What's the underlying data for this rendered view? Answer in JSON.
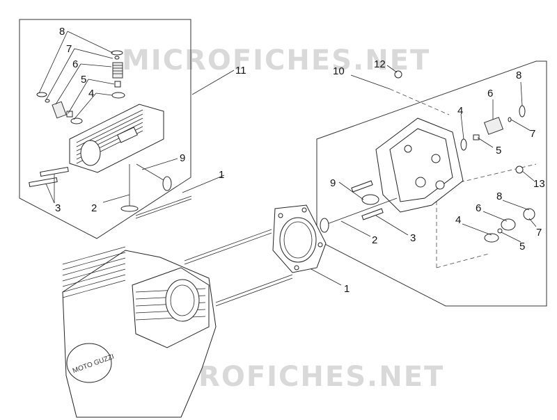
{
  "watermark": {
    "top": "MICROFICHES.NET",
    "bottom": "MICROFICHES.NET"
  },
  "engine_brand": "MOTO GUZZI",
  "left_box_callouts": {
    "c8": "8",
    "c7": "7",
    "c6": "6",
    "c5": "5",
    "c4": "4",
    "c11": "11",
    "c9": "9",
    "c1": "1",
    "c3": "3",
    "c2": "2"
  },
  "right_box_callouts": {
    "c12": "12",
    "c10": "10",
    "c8a": "8",
    "c6a": "6",
    "c4a": "4",
    "c7a": "7",
    "c5a": "5",
    "c13": "13",
    "c9": "9",
    "c8b": "8",
    "c6b": "6",
    "c7b": "7",
    "c4b": "4",
    "c5b": "5",
    "c2": "2",
    "c3": "3",
    "c1": "1"
  }
}
